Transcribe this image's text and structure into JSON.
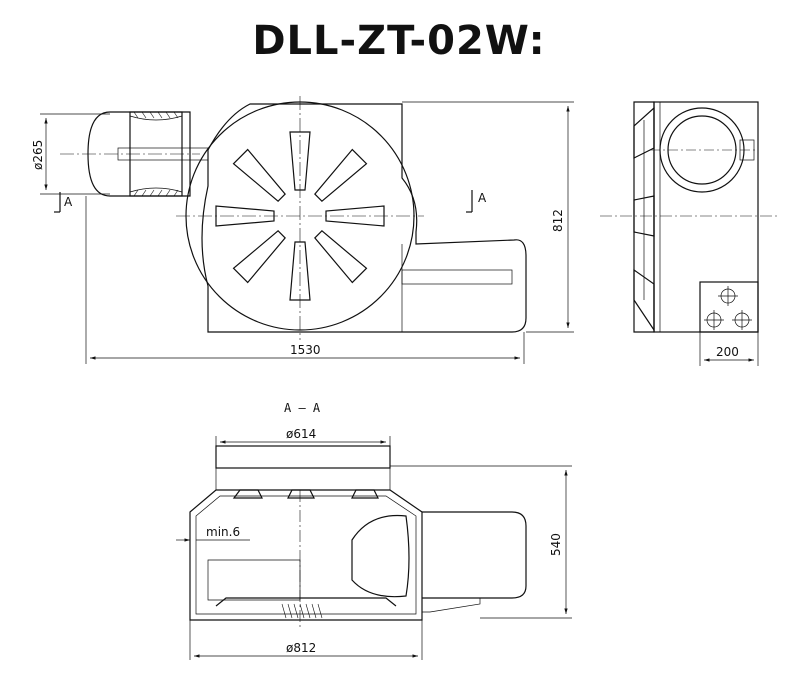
{
  "title": "DLL-ZT-02W:",
  "section_label": "A  –  A",
  "top_view": {
    "dim_pipe_diameter": "ø265",
    "dim_length": "1530",
    "dim_height": "812",
    "section_mark": "A"
  },
  "side_view": {
    "dim_base_width": "200"
  },
  "section_view": {
    "dim_top_diameter": "ø614",
    "dim_bottom_diameter": "ø812",
    "dim_height": "540",
    "dim_wall": "min.6"
  }
}
